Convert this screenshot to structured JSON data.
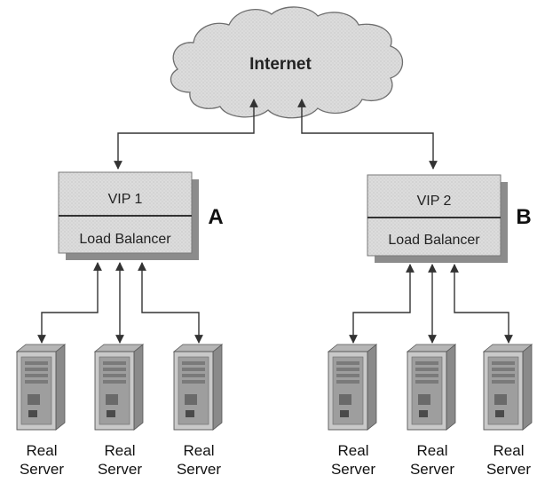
{
  "cloud": {
    "label": "Internet"
  },
  "clusters": [
    {
      "side_label": "A",
      "vip_label": "VIP 1",
      "lb_label": "Load Balancer",
      "servers": [
        {
          "line1": "Real",
          "line2": "Server"
        },
        {
          "line1": "Real",
          "line2": "Server"
        },
        {
          "line1": "Real",
          "line2": "Server"
        }
      ]
    },
    {
      "side_label": "B",
      "vip_label": "VIP 2",
      "lb_label": "Load Balancer",
      "servers": [
        {
          "line1": "Real",
          "line2": "Server"
        },
        {
          "line1": "Real",
          "line2": "Server"
        },
        {
          "line1": "Real",
          "line2": "Server"
        }
      ]
    }
  ],
  "colors": {
    "cloud_fill": "#e6e6e6",
    "box_fill": "#d9d9d9",
    "box_shadow": "#8c8c8c",
    "line": "#333333",
    "server_body": "#c8c8c8",
    "server_dark": "#7a7a7a"
  }
}
